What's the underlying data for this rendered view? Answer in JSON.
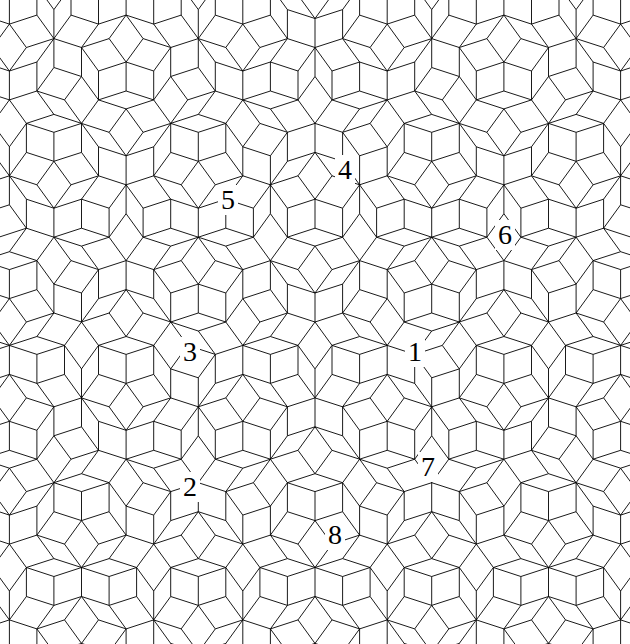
{
  "diagram": {
    "labels": [
      "4",
      "5",
      "6",
      "3",
      "1",
      "7",
      "2",
      "8"
    ]
  }
}
